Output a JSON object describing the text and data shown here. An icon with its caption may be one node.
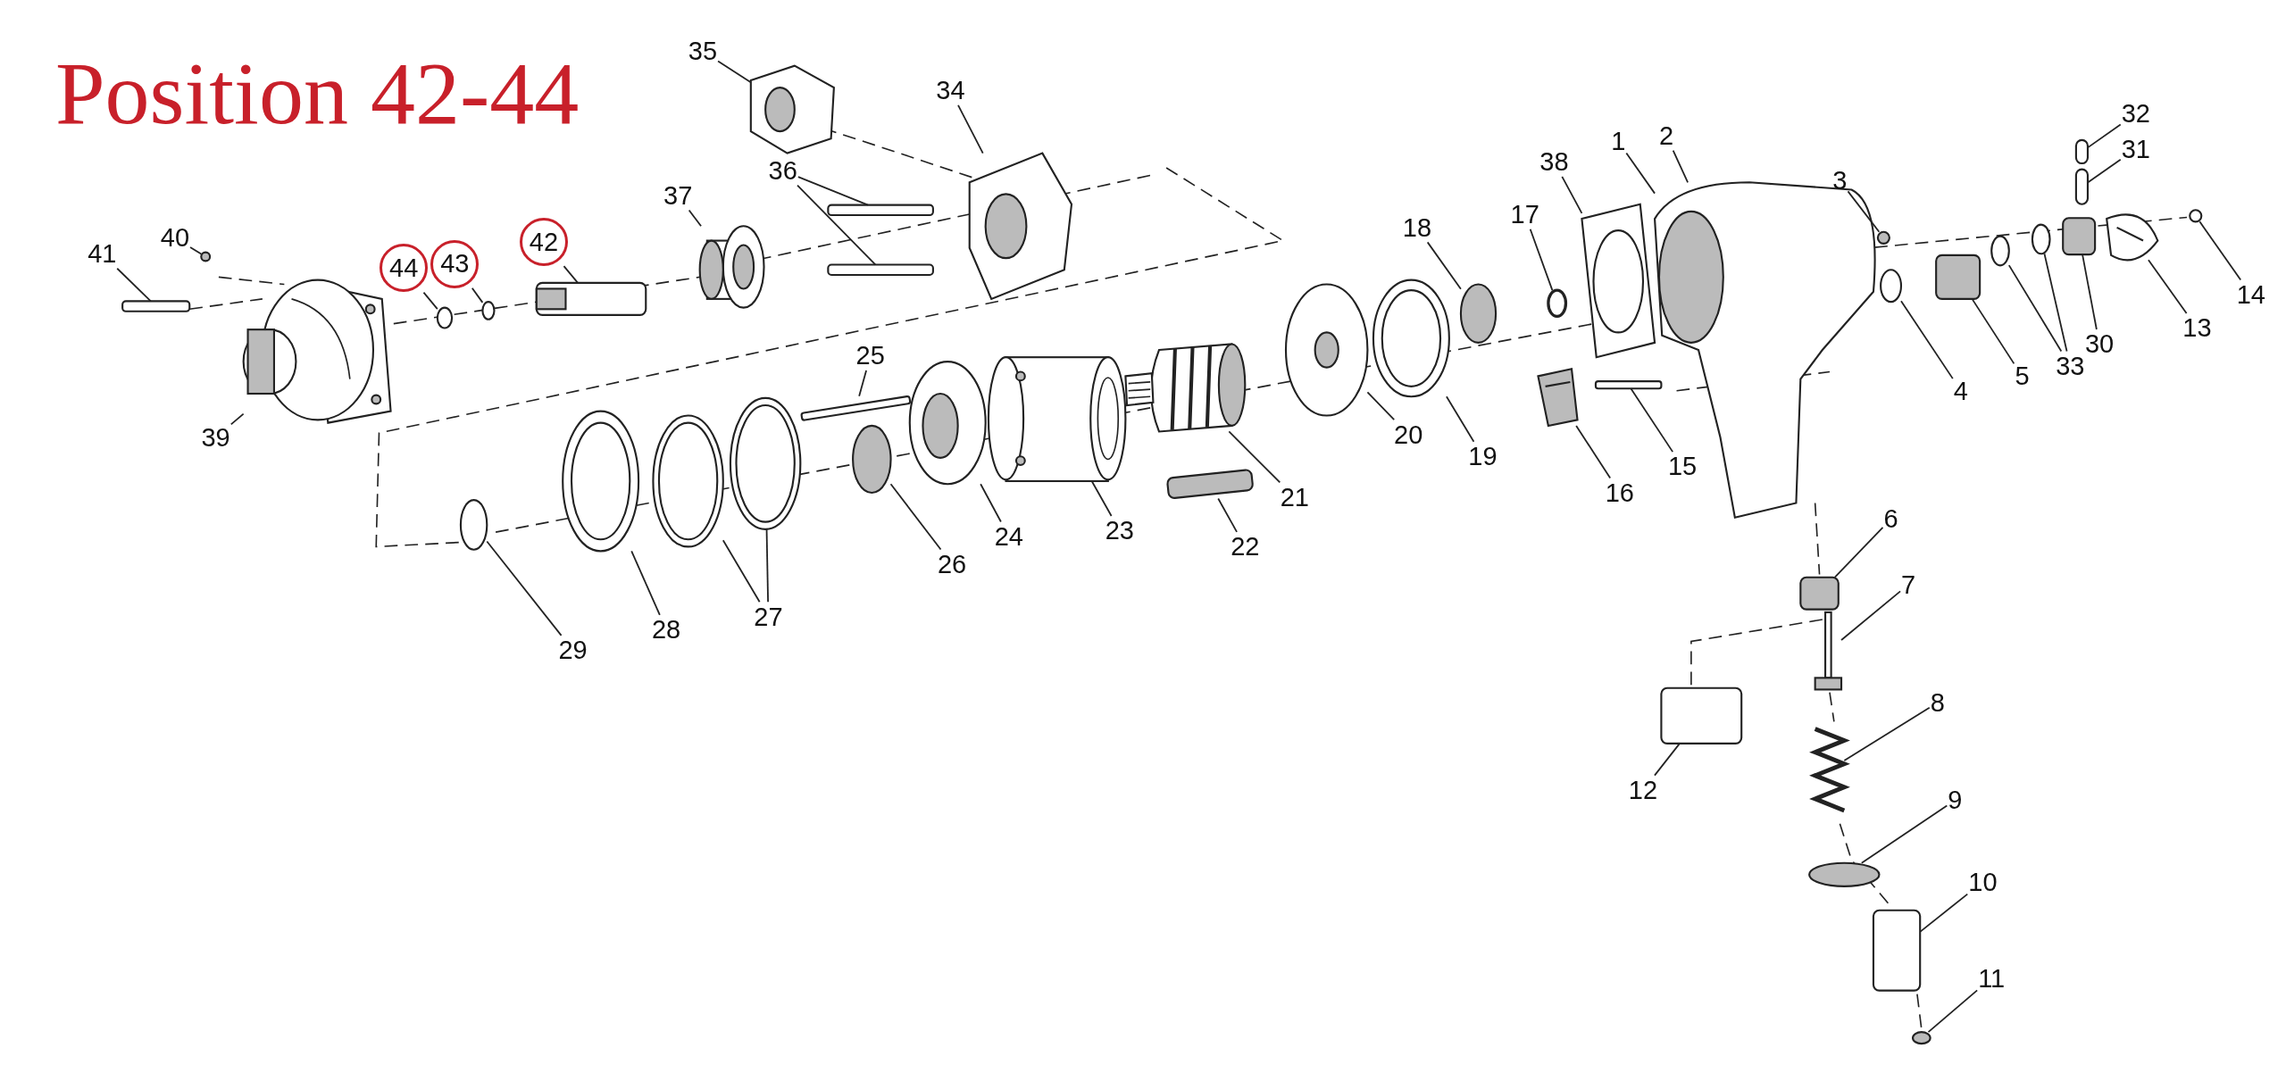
{
  "diagram": {
    "title": "Position 42-44",
    "nodes": [
      {
        "text": [
          "1"
        ]
      },
      {
        "text": [
          "2"
        ]
      },
      {
        "text": [
          "3"
        ]
      },
      {
        "text": [
          "4"
        ]
      },
      {
        "text": [
          "5"
        ]
      },
      {
        "text": [
          "6"
        ]
      },
      {
        "text": [
          "7"
        ]
      },
      {
        "text": [
          "8"
        ]
      },
      {
        "text": [
          "9"
        ]
      },
      {
        "text": [
          "10"
        ]
      },
      {
        "text": [
          "11"
        ]
      },
      {
        "text": [
          "12"
        ]
      },
      {
        "text": [
          "13"
        ]
      },
      {
        "text": [
          "14"
        ]
      },
      {
        "text": [
          "15"
        ]
      },
      {
        "text": [
          "16"
        ]
      },
      {
        "text": [
          "17"
        ]
      },
      {
        "text": [
          "18"
        ]
      },
      {
        "text": [
          "19"
        ]
      },
      {
        "text": [
          "20"
        ]
      },
      {
        "text": [
          "21"
        ]
      },
      {
        "text": [
          "22"
        ]
      },
      {
        "text": [
          "23"
        ]
      },
      {
        "text": [
          "24"
        ]
      },
      {
        "text": [
          "25"
        ]
      },
      {
        "text": [
          "26"
        ]
      },
      {
        "text": [
          "27"
        ]
      },
      {
        "text": [
          "28"
        ]
      },
      {
        "text": [
          "29"
        ]
      },
      {
        "text": [
          "30"
        ]
      },
      {
        "text": [
          "31"
        ]
      },
      {
        "text": [
          "32"
        ]
      },
      {
        "text": [
          "33"
        ]
      },
      {
        "text": [
          "34"
        ]
      },
      {
        "text": [
          "35"
        ]
      },
      {
        "text": [
          "36"
        ]
      },
      {
        "text": [
          "37"
        ]
      },
      {
        "text": [
          "38"
        ]
      },
      {
        "text": [
          "39"
        ]
      },
      {
        "text": [
          "40"
        ]
      },
      {
        "text": [
          "41"
        ]
      },
      {
        "text": [
          "42"
        ]
      },
      {
        "text": [
          "43"
        ]
      },
      {
        "text": [
          "44"
        ]
      },
      {
        "text": [],
        "shape": "picture"
      },
      {
        "text": [],
        "shape": "circle"
      },
      {
        "text": [],
        "shape": "circle"
      },
      {
        "text": [],
        "shape": "box"
      },
      {
        "text": [],
        "shape": "box"
      },
      {
        "text": [],
        "shape": "picture"
      },
      {
        "text": [],
        "shape": "picture"
      },
      {
        "text": [],
        "shape": "circle"
      },
      {
        "text": [],
        "shape": "box"
      },
      {
        "text": [],
        "shape": "circle"
      },
      {
        "text": [],
        "shape": "box"
      },
      {
        "text": [],
        "shape": "picture"
      },
      {
        "text": [],
        "shape": "circle"
      },
      {
        "text": [],
        "shape": "box"
      },
      {
        "text": [],
        "shape": "picture"
      },
      {
        "text": [],
        "shape": "circle"
      },
      {
        "text": [],
        "shape": "circle"
      },
      {
        "text": [],
        "shape": "picture"
      },
      {
        "text": [],
        "shape": "picture"
      },
      {
        "text": [],
        "shape": "picture"
      },
      {
        "text": [],
        "shape": "box"
      },
      {
        "text": [],
        "shape": "picture"
      },
      {
        "text": [],
        "shape": "picture"
      },
      {
        "text": [],
        "shape": "box"
      },
      {
        "text": [],
        "shape": "circle"
      },
      {
        "text": [],
        "shape": "picture"
      },
      {
        "text": [],
        "shape": "picture"
      },
      {
        "text": [],
        "shape": "picture"
      },
      {
        "text": [],
        "shape": "circle"
      },
      {
        "text": [],
        "shape": "box"
      },
      {
        "text": [],
        "shape": "box"
      },
      {
        "text": [],
        "shape": "box"
      },
      {
        "text": [],
        "shape": "circle"
      },
      {
        "text": [],
        "shape": "circle"
      },
      {
        "text": [],
        "shape": "picture"
      },
      {
        "text": [],
        "shape": "picture"
      },
      {
        "text": [],
        "shape": "box"
      },
      {
        "text": [],
        "shape": "box"
      },
      {
        "text": [],
        "shape": "picture"
      },
      {
        "text": [],
        "shape": "picture"
      },
      {
        "text": [],
        "shape": "picture"
      },
      {
        "text": [],
        "shape": "circle"
      },
      {
        "text": [],
        "shape": "box"
      },
      {
        "text": [],
        "shape": "picture"
      },
      {
        "text": [],
        "shape": "circle"
      },
      {
        "text": [],
        "shape": "circle"
      }
    ],
    "edges": [
      {
        "from": 0,
        "to": 44,
        "arrow": "none"
      },
      {
        "from": 1,
        "to": 44,
        "arrow": "none"
      },
      {
        "from": 2,
        "to": 45,
        "arrow": "none"
      },
      {
        "from": 3,
        "to": 46,
        "arrow": "none"
      },
      {
        "from": 4,
        "to": 47,
        "arrow": "none"
      },
      {
        "from": 5,
        "to": 48,
        "arrow": "none"
      },
      {
        "from": 6,
        "to": 49,
        "arrow": "none"
      },
      {
        "from": 7,
        "to": 50,
        "arrow": "none"
      },
      {
        "from": 8,
        "to": 51,
        "arrow": "none"
      },
      {
        "from": 9,
        "to": 52,
        "arrow": "none"
      },
      {
        "from": 10,
        "to": 53,
        "arrow": "none"
      },
      {
        "from": 11,
        "to": 54,
        "arrow": "none"
      },
      {
        "from": 12,
        "to": 55,
        "arrow": "none"
      },
      {
        "from": 13,
        "to": 56,
        "arrow": "none"
      },
      {
        "from": 14,
        "to": 57,
        "arrow": "none"
      },
      {
        "from": 15,
        "to": 58,
        "arrow": "none"
      },
      {
        "from": 16,
        "to": 59,
        "arrow": "none"
      },
      {
        "from": 17,
        "to": 60,
        "arrow": "none"
      },
      {
        "from": 18,
        "to": 61,
        "arrow": "none"
      },
      {
        "from": 19,
        "to": 62,
        "arrow": "none"
      },
      {
        "from": 20,
        "to": 63,
        "arrow": "none"
      },
      {
        "from": 21,
        "to": 64,
        "arrow": "none"
      },
      {
        "from": 22,
        "to": 65,
        "arrow": "none"
      },
      {
        "from": 23,
        "to": 66,
        "arrow": "none"
      },
      {
        "from": 24,
        "to": 67,
        "arrow": "none"
      },
      {
        "from": 25,
        "to": 68,
        "arrow": "none"
      },
      {
        "from": 26,
        "to": 69,
        "arrow": "none"
      },
      {
        "from": 26,
        "to": 70,
        "arrow": "none"
      },
      {
        "from": 27,
        "to": 71,
        "arrow": "none"
      },
      {
        "from": 28,
        "to": 72,
        "arrow": "none"
      },
      {
        "from": 29,
        "to": 73,
        "arrow": "none"
      },
      {
        "from": 30,
        "to": 74,
        "arrow": "none"
      },
      {
        "from": 31,
        "to": 75,
        "arrow": "none"
      },
      {
        "from": 32,
        "to": 76,
        "arrow": "none"
      },
      {
        "from": 32,
        "to": 77,
        "arrow": "none"
      },
      {
        "from": 33,
        "to": 78,
        "arrow": "none"
      },
      {
        "from": 34,
        "to": 79,
        "arrow": "none"
      },
      {
        "from": 35,
        "to": 80,
        "arrow": "none"
      },
      {
        "from": 35,
        "to": 81,
        "arrow": "none"
      },
      {
        "from": 36,
        "to": 82,
        "arrow": "none"
      },
      {
        "from": 37,
        "to": 83,
        "arrow": "none"
      },
      {
        "from": 38,
        "to": 84,
        "arrow": "none"
      },
      {
        "from": 39,
        "to": 85,
        "arrow": "none"
      },
      {
        "from": 40,
        "to": 86,
        "arrow": "none"
      },
      {
        "from": 41,
        "to": 87,
        "arrow": "none"
      },
      {
        "from": 42,
        "to": 88,
        "arrow": "none"
      },
      {
        "from": 43,
        "to": 89,
        "arrow": "none"
      }
    ]
  }
}
